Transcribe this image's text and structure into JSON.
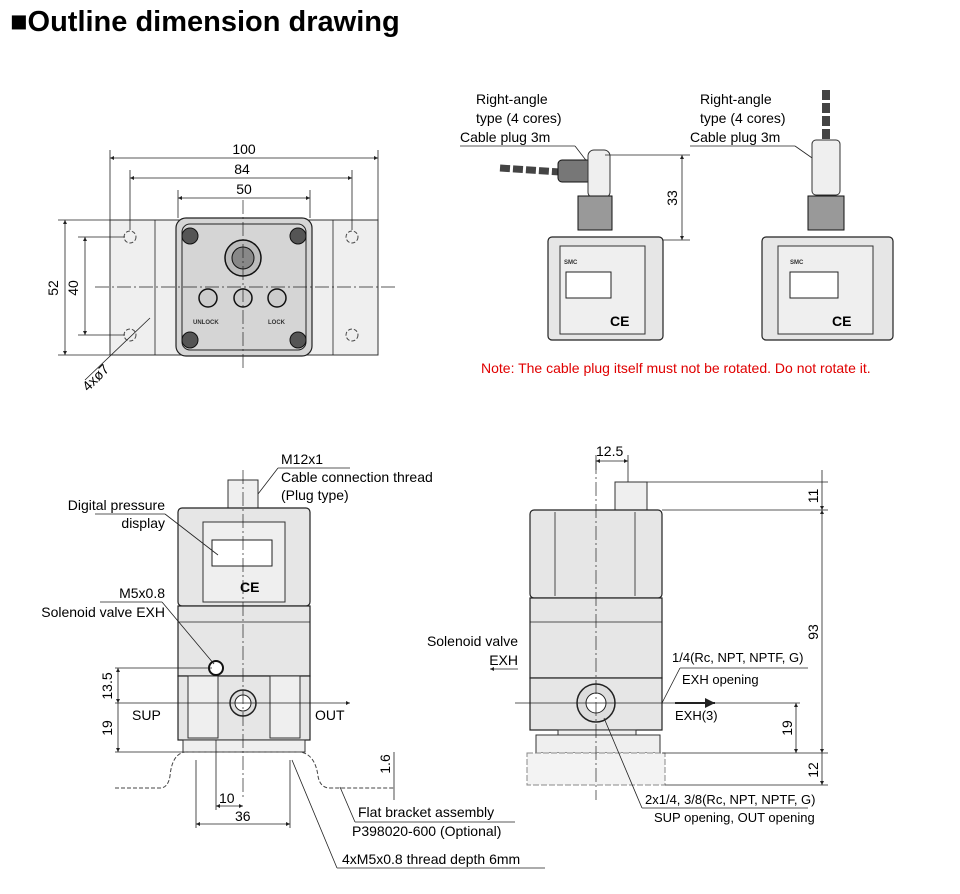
{
  "title": "■Outline dimension drawing",
  "top_view": {
    "dim_100": "100",
    "dim_84": "84",
    "dim_50": "50",
    "dim_52": "52",
    "dim_40": "40",
    "holes": "4xø7",
    "unlock": "UNLOCK",
    "lock": "LOCK"
  },
  "cable_view_1": {
    "lines": [
      "Right-angle",
      "type (4 cores)",
      "Cable plug 3m"
    ],
    "dim_33": "33",
    "brand": "SMC"
  },
  "cable_view_2": {
    "lines": [
      "Right-angle",
      "type (4 cores)",
      "Cable plug 3m"
    ],
    "brand": "SMC"
  },
  "note": {
    "text": "Note: The cable plug itself must not be rotated. Do not rotate it.",
    "color": "#e00000"
  },
  "front_view": {
    "thread": [
      "M12x1",
      "Cable connection thread",
      "(Plug type)"
    ],
    "display": [
      "Digital pressure",
      "display"
    ],
    "solenoid": [
      "M5x0.8",
      "Solenoid valve EXH"
    ],
    "dim_13_5": "13.5",
    "dim_19": "19",
    "sup": "SUP",
    "out": "OUT",
    "dim_1_6": "1.6",
    "dim_10": "10",
    "dim_36": "36",
    "bracket": [
      "Flat bracket assembly",
      "P398020-600 (Optional)"
    ],
    "bracket_thread": "4xM5x0.8 thread depth 6mm"
  },
  "side_view": {
    "dim_12_5": "12.5",
    "dim_11": "11",
    "dim_93": "93",
    "dim_19": "19",
    "dim_12": "12",
    "solenoid": [
      "Solenoid valve",
      "EXH"
    ],
    "exh_opening": [
      "1/4(Rc, NPT, NPTF, G)",
      "EXH opening"
    ],
    "exh3": "EXH(3)",
    "sup_out": [
      "2x1/4, 3/8(Rc, NPT, NPTF, G)",
      "SUP opening, OUT opening"
    ]
  }
}
